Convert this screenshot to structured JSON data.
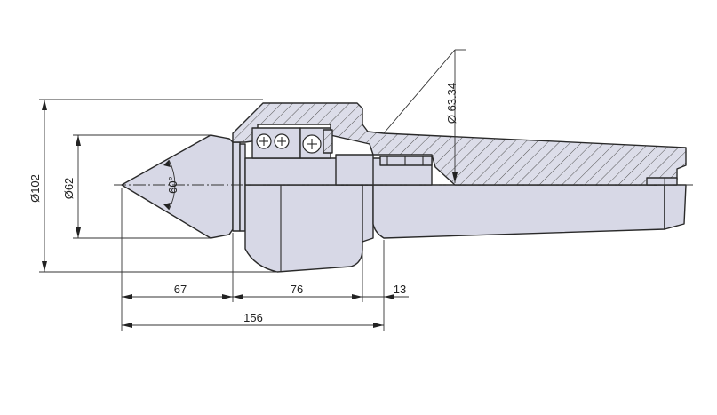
{
  "drawing": {
    "dimensions": {
      "diameter_outer": "Ø102",
      "diameter_head": "Ø62",
      "cone_angle": "60°",
      "taper_diameter": "Ø 63.34",
      "length_cone": "67",
      "length_body": "76",
      "length_flange": "13",
      "length_total": "156"
    },
    "colors": {
      "body": "#d7d8e6",
      "outline": "#2a2a2a",
      "hatch": "#555555"
    }
  }
}
